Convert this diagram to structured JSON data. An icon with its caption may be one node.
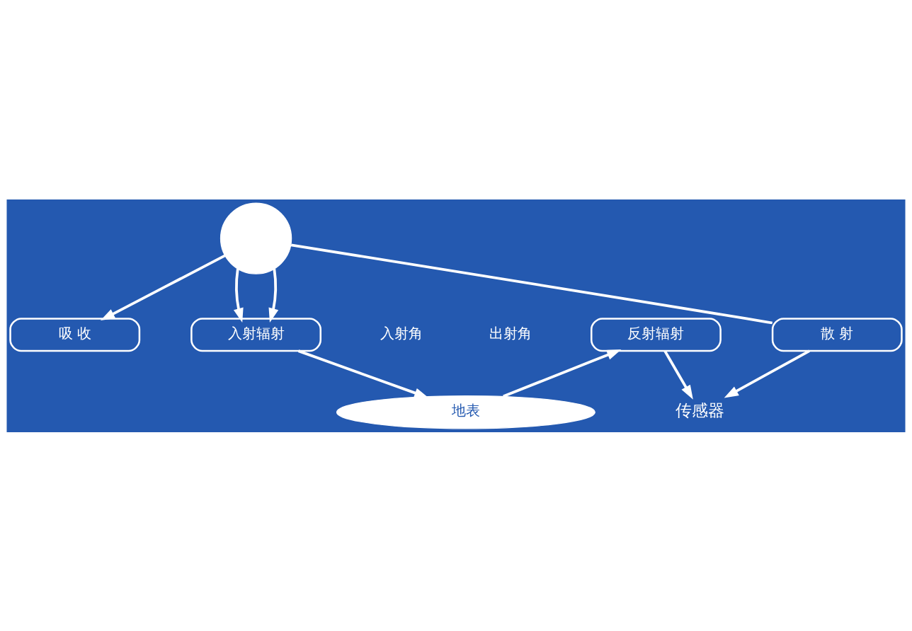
{
  "diagram": {
    "nodes": [
      {
        "text": [],
        "shape": "circle"
      },
      {
        "text": [
          "吸 收"
        ]
      },
      {
        "text": [
          "入射辐射"
        ]
      },
      {
        "text": [
          "散 射"
        ]
      },
      {
        "text": [
          "反射辐射"
        ]
      },
      {
        "text": [
          "传感器"
        ]
      },
      {
        "text": [
          "地表"
        ]
      }
    ],
    "edges": [
      {
        "from": 0,
        "to": 1,
        "arrow": "to"
      },
      {
        "from": 0,
        "to": 2,
        "arrow": "to"
      },
      {
        "from": 0,
        "to": 2,
        "arrow": "to"
      },
      {
        "from": 0,
        "to": 3,
        "arrow": "none"
      },
      {
        "from": 3,
        "to": 5,
        "arrow": "to"
      },
      {
        "from": 2,
        "to": 6,
        "arrow": "to"
      },
      {
        "from": 6,
        "to": 4,
        "arrow": "to"
      },
      {
        "from": 4,
        "to": 5,
        "arrow": "to"
      }
    ],
    "labels": [
      "入射角",
      "出射角"
    ]
  }
}
